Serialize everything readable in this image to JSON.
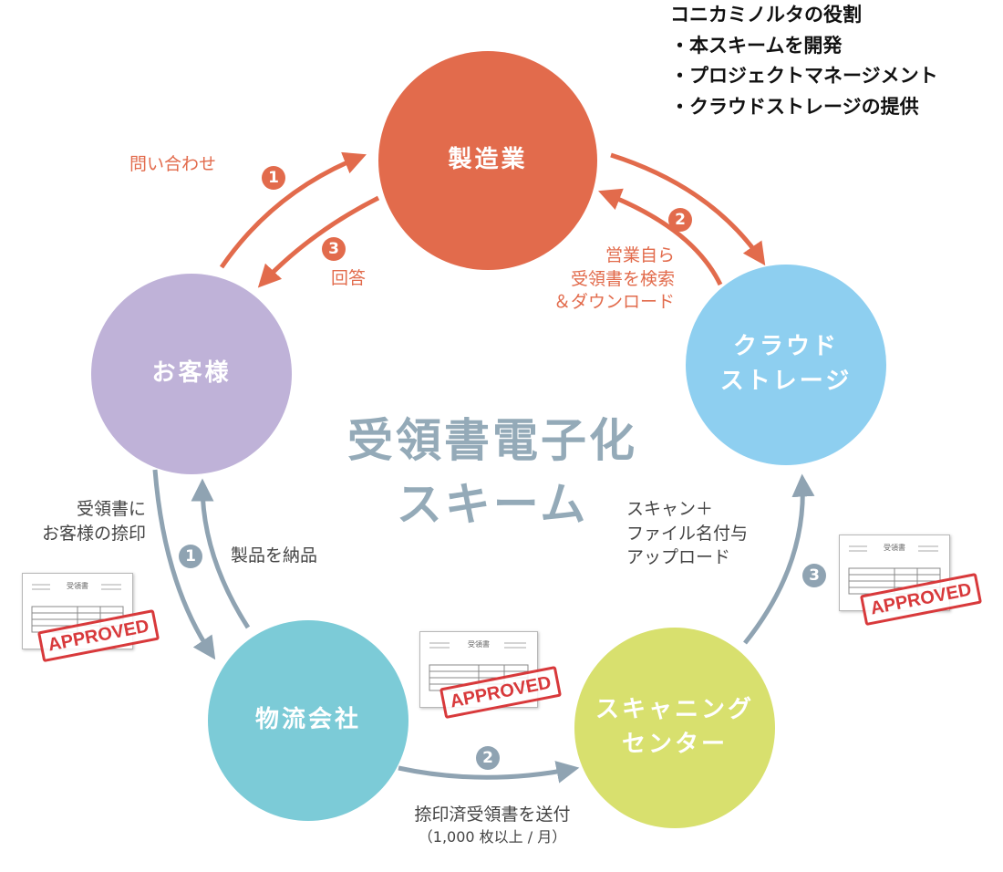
{
  "role": {
    "heading": "コニカミノルタの役割",
    "items": [
      "・本スキームを開発",
      "・プロジェクトマネージメント",
      "・クラウドストレージの提供"
    ]
  },
  "title": {
    "line1": "受領書電子化",
    "line2": "スキーム"
  },
  "nodes": {
    "manufacturer": {
      "label": "製造業",
      "color": "#e26b4c"
    },
    "customer": {
      "label": "お客様",
      "color": "#bfb2d8"
    },
    "cloud": {
      "line1": "クラウド",
      "line2": "ストレージ",
      "color": "#8ecff0"
    },
    "logistics": {
      "label": "物流会社",
      "color": "#7ccbd7"
    },
    "scanning": {
      "line1": "スキャニング",
      "line2": "センター",
      "color": "#d8e06e"
    }
  },
  "steps": {
    "inquiry": {
      "num": "1",
      "label": "問い合わせ"
    },
    "answer": {
      "num": "3",
      "label": "回答"
    },
    "sales_search": {
      "num": "2",
      "line1": "営業自ら",
      "line2": "受領書を検索",
      "line3": "＆ダウンロード"
    },
    "deliver": {
      "num": "1",
      "label": "製品を納品"
    },
    "stamp": {
      "line1": "受領書に",
      "line2": "お客様の捺印"
    },
    "send": {
      "num": "2",
      "label": "捺印済受領書を送付",
      "sub": "（1,000 枚以上 / 月）"
    },
    "upload": {
      "num": "3",
      "line1": "スキャン＋",
      "line2": "ファイル名付与",
      "line3": "アップロード"
    }
  },
  "document": {
    "title": "受領書",
    "stamp": "APPROVED"
  }
}
